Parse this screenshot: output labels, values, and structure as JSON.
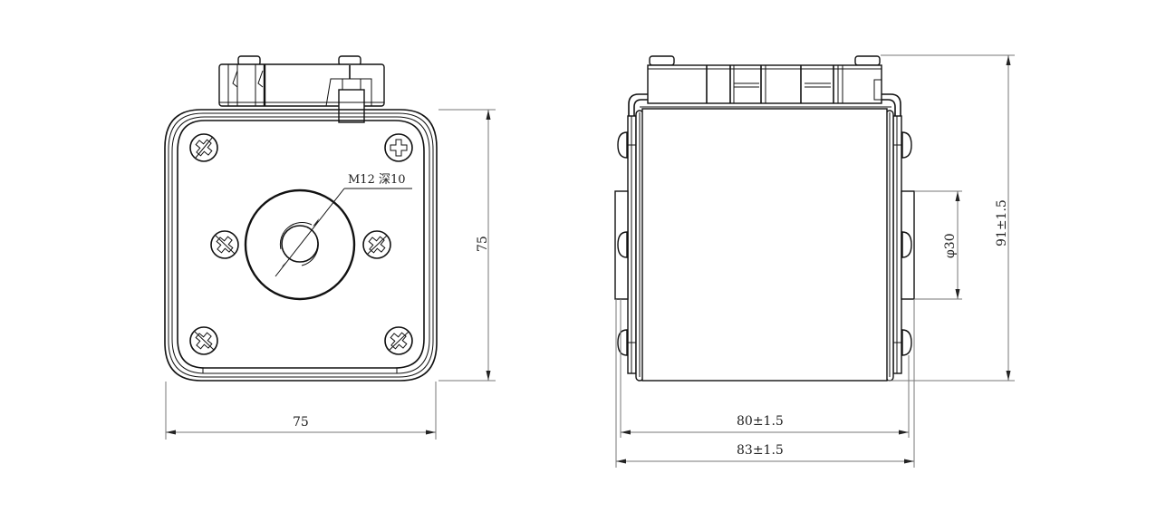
{
  "drawing": {
    "front_view": {
      "label_thread": "M12 深10",
      "dim_width": "75",
      "dim_height": "75",
      "screws_count": 6
    },
    "side_view": {
      "dim_body_length": "80±1.5",
      "dim_overall_length": "83±1.5",
      "dim_contact_diameter": "φ30",
      "dim_overall_height": "91±1.5"
    },
    "colors": {
      "line": "#111111",
      "dimension_line": "#777777",
      "background": "#ffffff"
    }
  }
}
